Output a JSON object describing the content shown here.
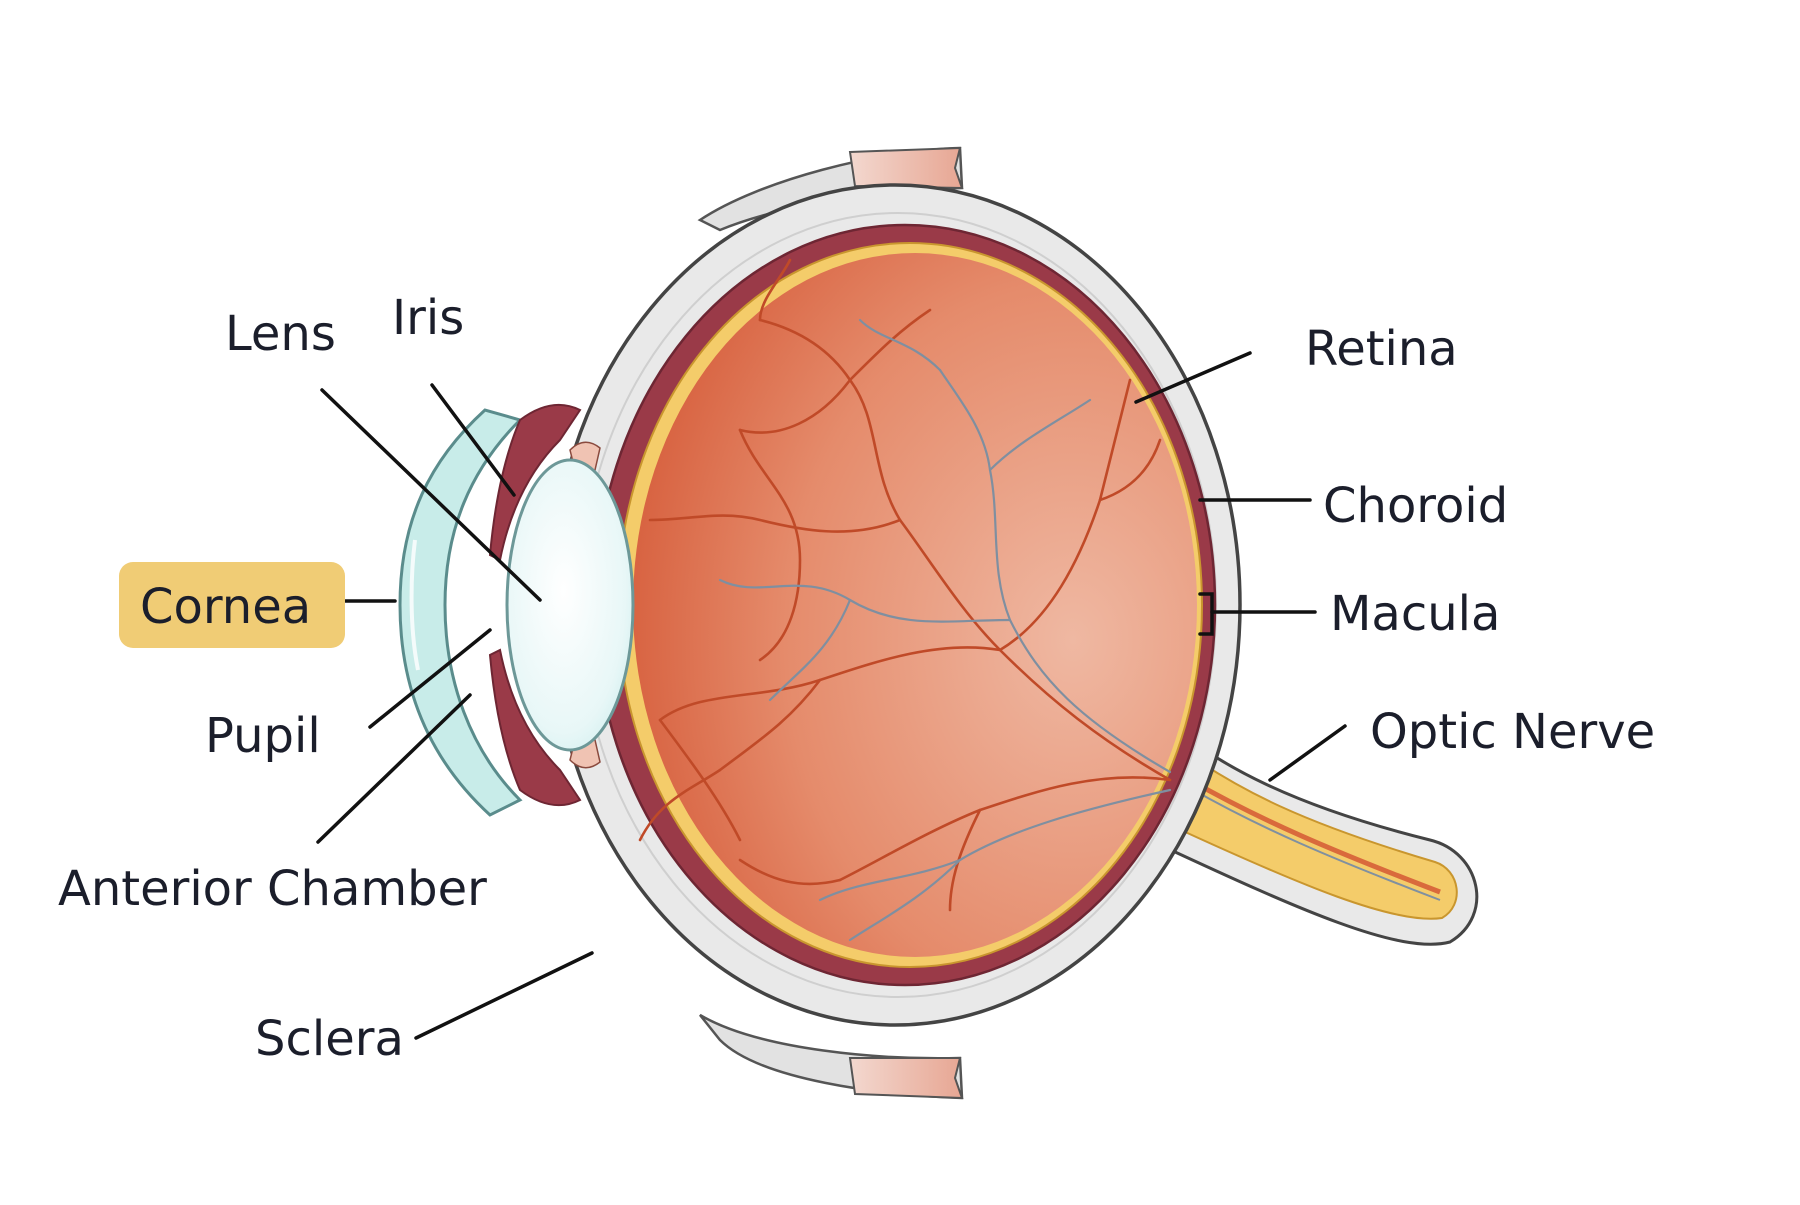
{
  "diagram": {
    "labels": {
      "lens": "Lens",
      "iris": "Iris",
      "cornea": "Cornea",
      "pupil": "Pupil",
      "anterior_chamber": "Anterior Chamber",
      "sclera": "Sclera",
      "retina": "Retina",
      "choroid": "Choroid",
      "macula": "Macula",
      "optic_nerve": "Optic Nerve"
    },
    "highlighted_label": "cornea",
    "colors": {
      "highlight": "#f0cc75",
      "sclera": "#e9e9e9",
      "choroid": "#9a3a48",
      "retina": "#f4cc6a",
      "vitreous_dark": "#d65c3a",
      "vitreous_light": "#eeb49c",
      "cornea": "#c8ece9",
      "lens": "#f1fbfb",
      "vessel_red": "#c04a28",
      "vessel_blue": "#7f8fa0",
      "text": "#1b1e2b"
    }
  }
}
